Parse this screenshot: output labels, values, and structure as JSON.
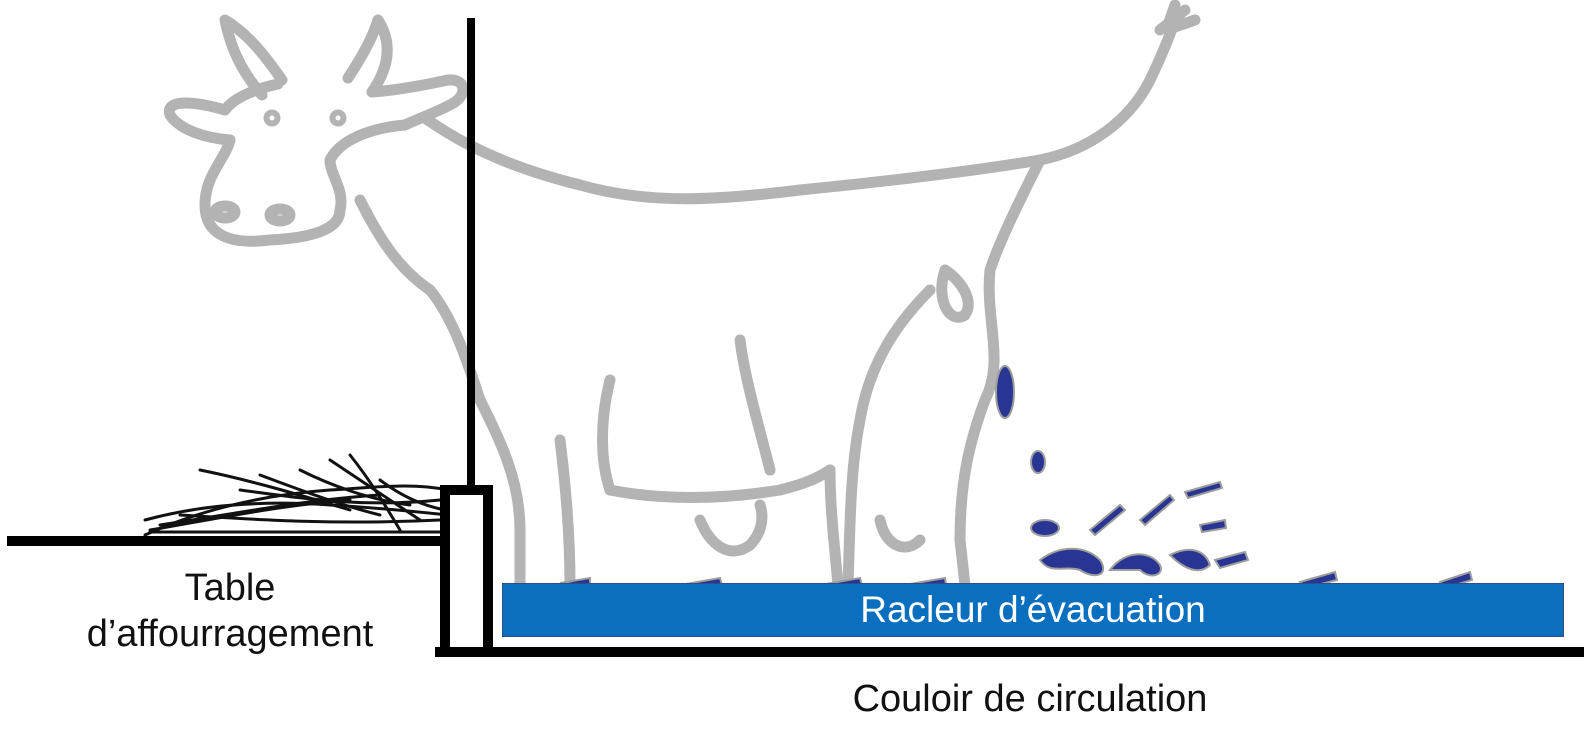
{
  "diagram": {
    "feed_table_label_line1": "Table",
    "feed_table_label_line2": "d’affourragement",
    "scraper_label": "Racleur d’évacuation",
    "corridor_label": "Couloir de circulation"
  },
  "colors": {
    "cow_outline": "#b3b3b3",
    "structure": "#000000",
    "scraper": "#0b6fbf",
    "manure": "#283593"
  },
  "icons": {
    "animal": "cow-outline-icon",
    "feed": "hay-pile-icon",
    "droppings": "manure-splash-icon"
  }
}
